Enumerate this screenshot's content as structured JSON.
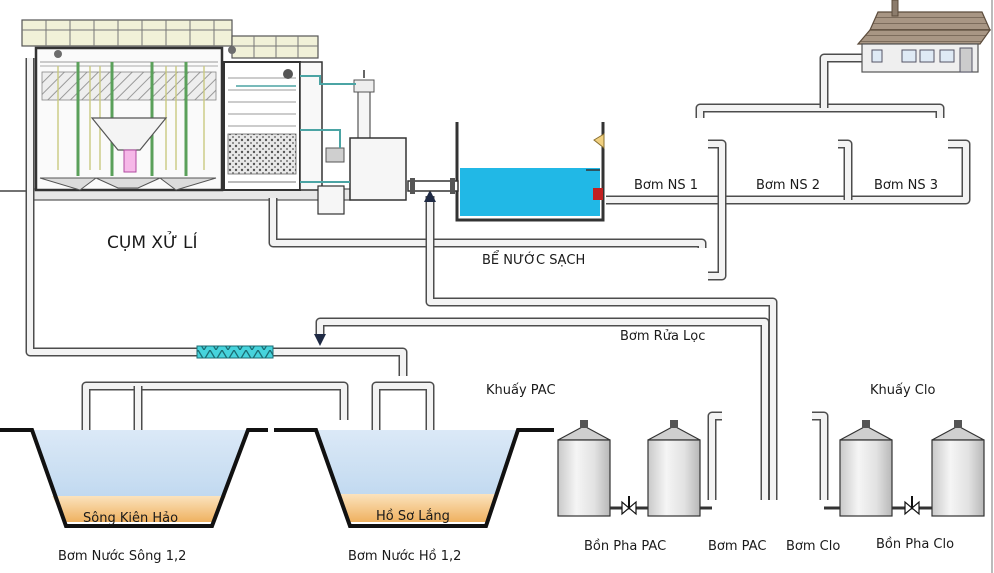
{
  "labels": {
    "treatment_cluster": "CỤM XỬ LÍ",
    "clean_water_tank": "BỂ NƯỚC SẠCH",
    "pump_ns1": "Bơm NS 1",
    "pump_ns2": "Bơm NS 2",
    "pump_ns3": "Bơm NS 3",
    "backwash_pump": "Bơm Rửa Lọc",
    "pac_mixer": "Khuấy PAC",
    "chlorine_mixer": "Khuấy Clo",
    "river": "Sông Kiên Hảo",
    "settling_lake": "Hồ Sơ Lắng",
    "river_pump": "Bơm Nước Sông 1,2",
    "lake_pump": "Bơm Nước Hồ 1,2",
    "pac_tank": "Bồn Pha PAC",
    "pac_pump": "Bơm PAC",
    "chlorine_pump": "Bơm Clo",
    "chlorine_tank": "Bồn Pha Clo"
  },
  "colors": {
    "water": "#21b8e6",
    "pond_water": "#cfe3f5",
    "sediment": "#f4c27f",
    "pipe_outline": "#4d4d4d",
    "pipe_fill": "#f3f3f3",
    "flow_meter": "#46d3dc",
    "tank_body": "#e7e7e7",
    "roof": "#9a8a78"
  }
}
